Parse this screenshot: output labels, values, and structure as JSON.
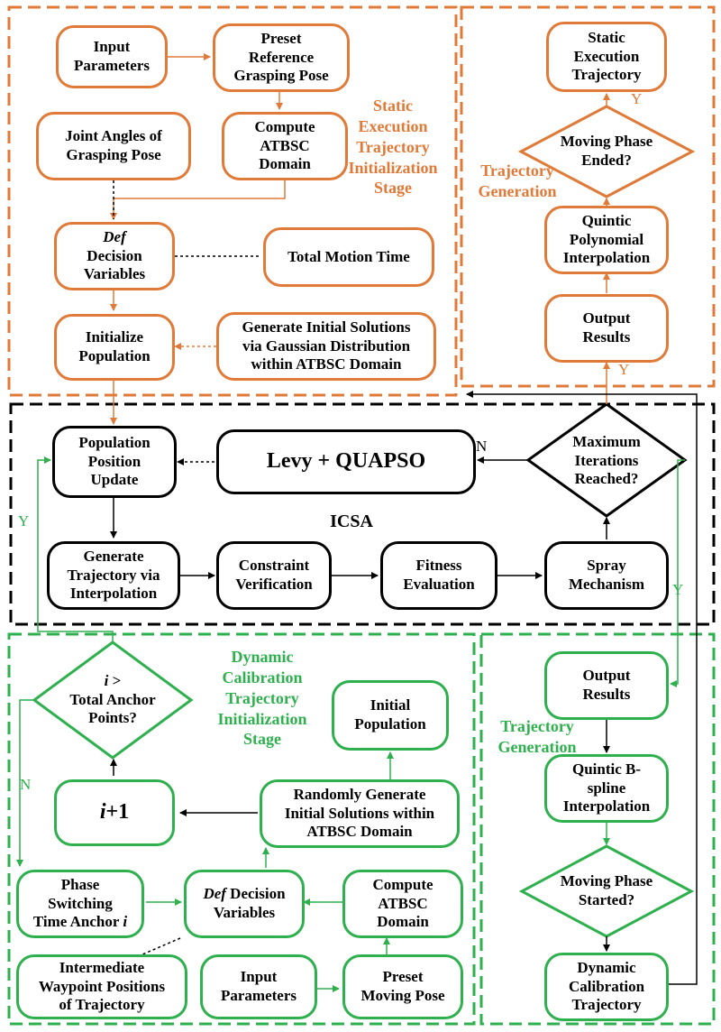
{
  "colors": {
    "orange": "#e07a38",
    "green": "#2fb04e",
    "black": "#000000"
  },
  "static_stage": {
    "title": "Static\nExecution\nTrajectory\nInitialization\nStage",
    "input_parameters": "Input\nParameters",
    "preset_reference": "Preset\nReference\nGrasping Pose",
    "joint_angles": "Joint Angles of\nGrasping Pose",
    "compute_atbsc": "Compute\nATBSC\nDomain",
    "def_decision_prefix": "Def",
    "def_decision_rest": "Decision\nVariables",
    "total_motion_time": "Total Motion Time",
    "initialize_population": "Initialize\nPopulation",
    "generate_initial": "Generate Initial Solutions\nvia Gaussian Distribution\nwithin ATBSC Domain"
  },
  "static_generation": {
    "title": "Trajectory\nGeneration",
    "static_execution_trajectory": "Static\nExecution\nTrajectory",
    "moving_phase_ended": "Moving Phase\nEnded?",
    "quintic_polynomial": "Quintic\nPolynomial\nInterpolation",
    "output_results": "Output\nResults",
    "y1": "Y",
    "y2": "Y"
  },
  "icsa": {
    "title": "ICSA",
    "population_position_update": "Population\nPosition\nUpdate",
    "levy_quapso": "Levy + QUAPSO",
    "max_iterations": "Maximum\nIterations\nReached?",
    "n_label": "N",
    "generate_trajectory": "Generate\nTrajectory via\nInterpolation",
    "constraint_verification": "Constraint\nVerification",
    "fitness_evaluation": "Fitness\nEvaluation",
    "spray_mechanism": "Spray\nMechanism",
    "y_left": "Y",
    "y_right": "Y"
  },
  "dynamic_stage": {
    "title": "Dynamic\nCalibration\nTrajectory\nInitialization\nStage",
    "i_greater_prefix": "i",
    "i_greater_rest": " >\nTotal Anchor\nPoints?",
    "initial_population": "Initial\nPopulation",
    "i_plus_prefix": "i",
    "i_plus_rest": "+1",
    "randomly_generate": "Randomly Generate\nInitial Solutions within\nATBSC Domain",
    "n_label": "N",
    "phase_switching_text": "Phase\nSwitching\nTime Anchor ",
    "phase_switching_i": "i",
    "def_prefix": "Def",
    "def_rest": " Decision\nVariables",
    "compute_atbsc": "Compute\nATBSC\nDomain",
    "intermediate_waypoint": "Intermediate\nWaypoint Positions\nof Trajectory",
    "input_parameters": "Input\nParameters",
    "preset_moving_pose": "Preset\nMoving Pose"
  },
  "dynamic_generation": {
    "title": "Trajectory\nGeneration",
    "output_results": "Output\nResults",
    "quintic_bspline": "Quintic B-\nspline\nInterpolation",
    "moving_phase_started": "Moving Phase\nStarted?",
    "dynamic_calibration_trajectory": "Dynamic\nCalibration\nTrajectory"
  }
}
